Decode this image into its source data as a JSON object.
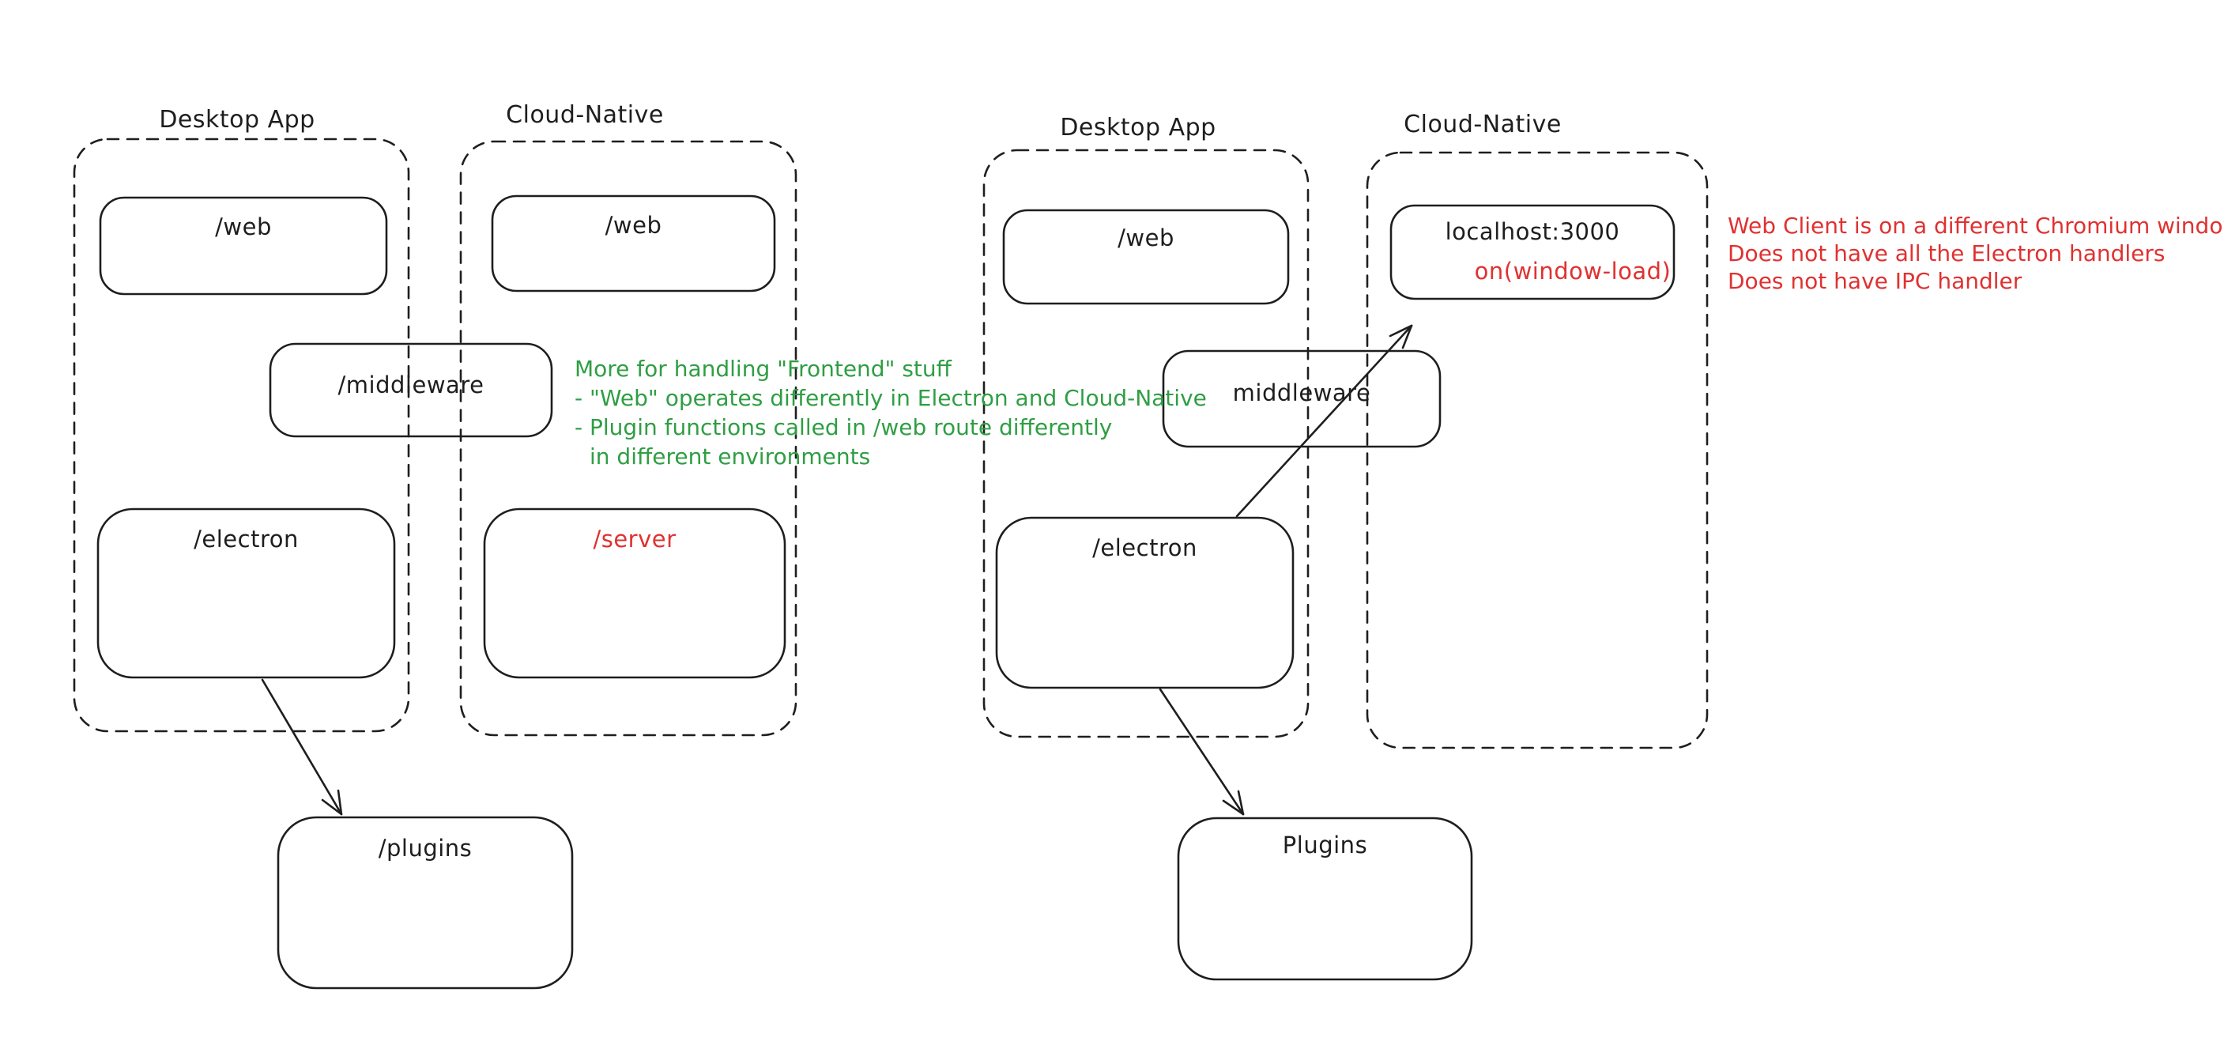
{
  "colors": {
    "stroke": "#1e1e1e",
    "red": "#e03131",
    "green": "#2f9e44",
    "background": "#ffffff"
  },
  "left_diagram": {
    "desktop_label": "Desktop App",
    "cloud_label": "Cloud-Native",
    "boxes": {
      "web_desktop": "/web",
      "web_cloud": "/web",
      "middleware": "/middleware",
      "electron": "/electron",
      "server": "/server",
      "plugins": "/plugins"
    },
    "green_note": [
      "More for handling \"Frontend\" stuff",
      "- \"Web\" operates differently in Electron and Cloud-Native",
      "- Plugin functions called in /web route differently",
      "in different environments"
    ]
  },
  "right_diagram": {
    "desktop_label": "Desktop App",
    "cloud_label": "Cloud-Native",
    "boxes": {
      "web_desktop": "/web",
      "localhost_title": "localhost:3000",
      "localhost_event": "on(window-load)",
      "middleware": "middleware",
      "electron": "/electron",
      "plugins": "Plugins"
    },
    "red_note": [
      "Web Client is on a different Chromium window",
      "Does not have all the Electron handlers",
      "Does not have IPC handler"
    ]
  }
}
